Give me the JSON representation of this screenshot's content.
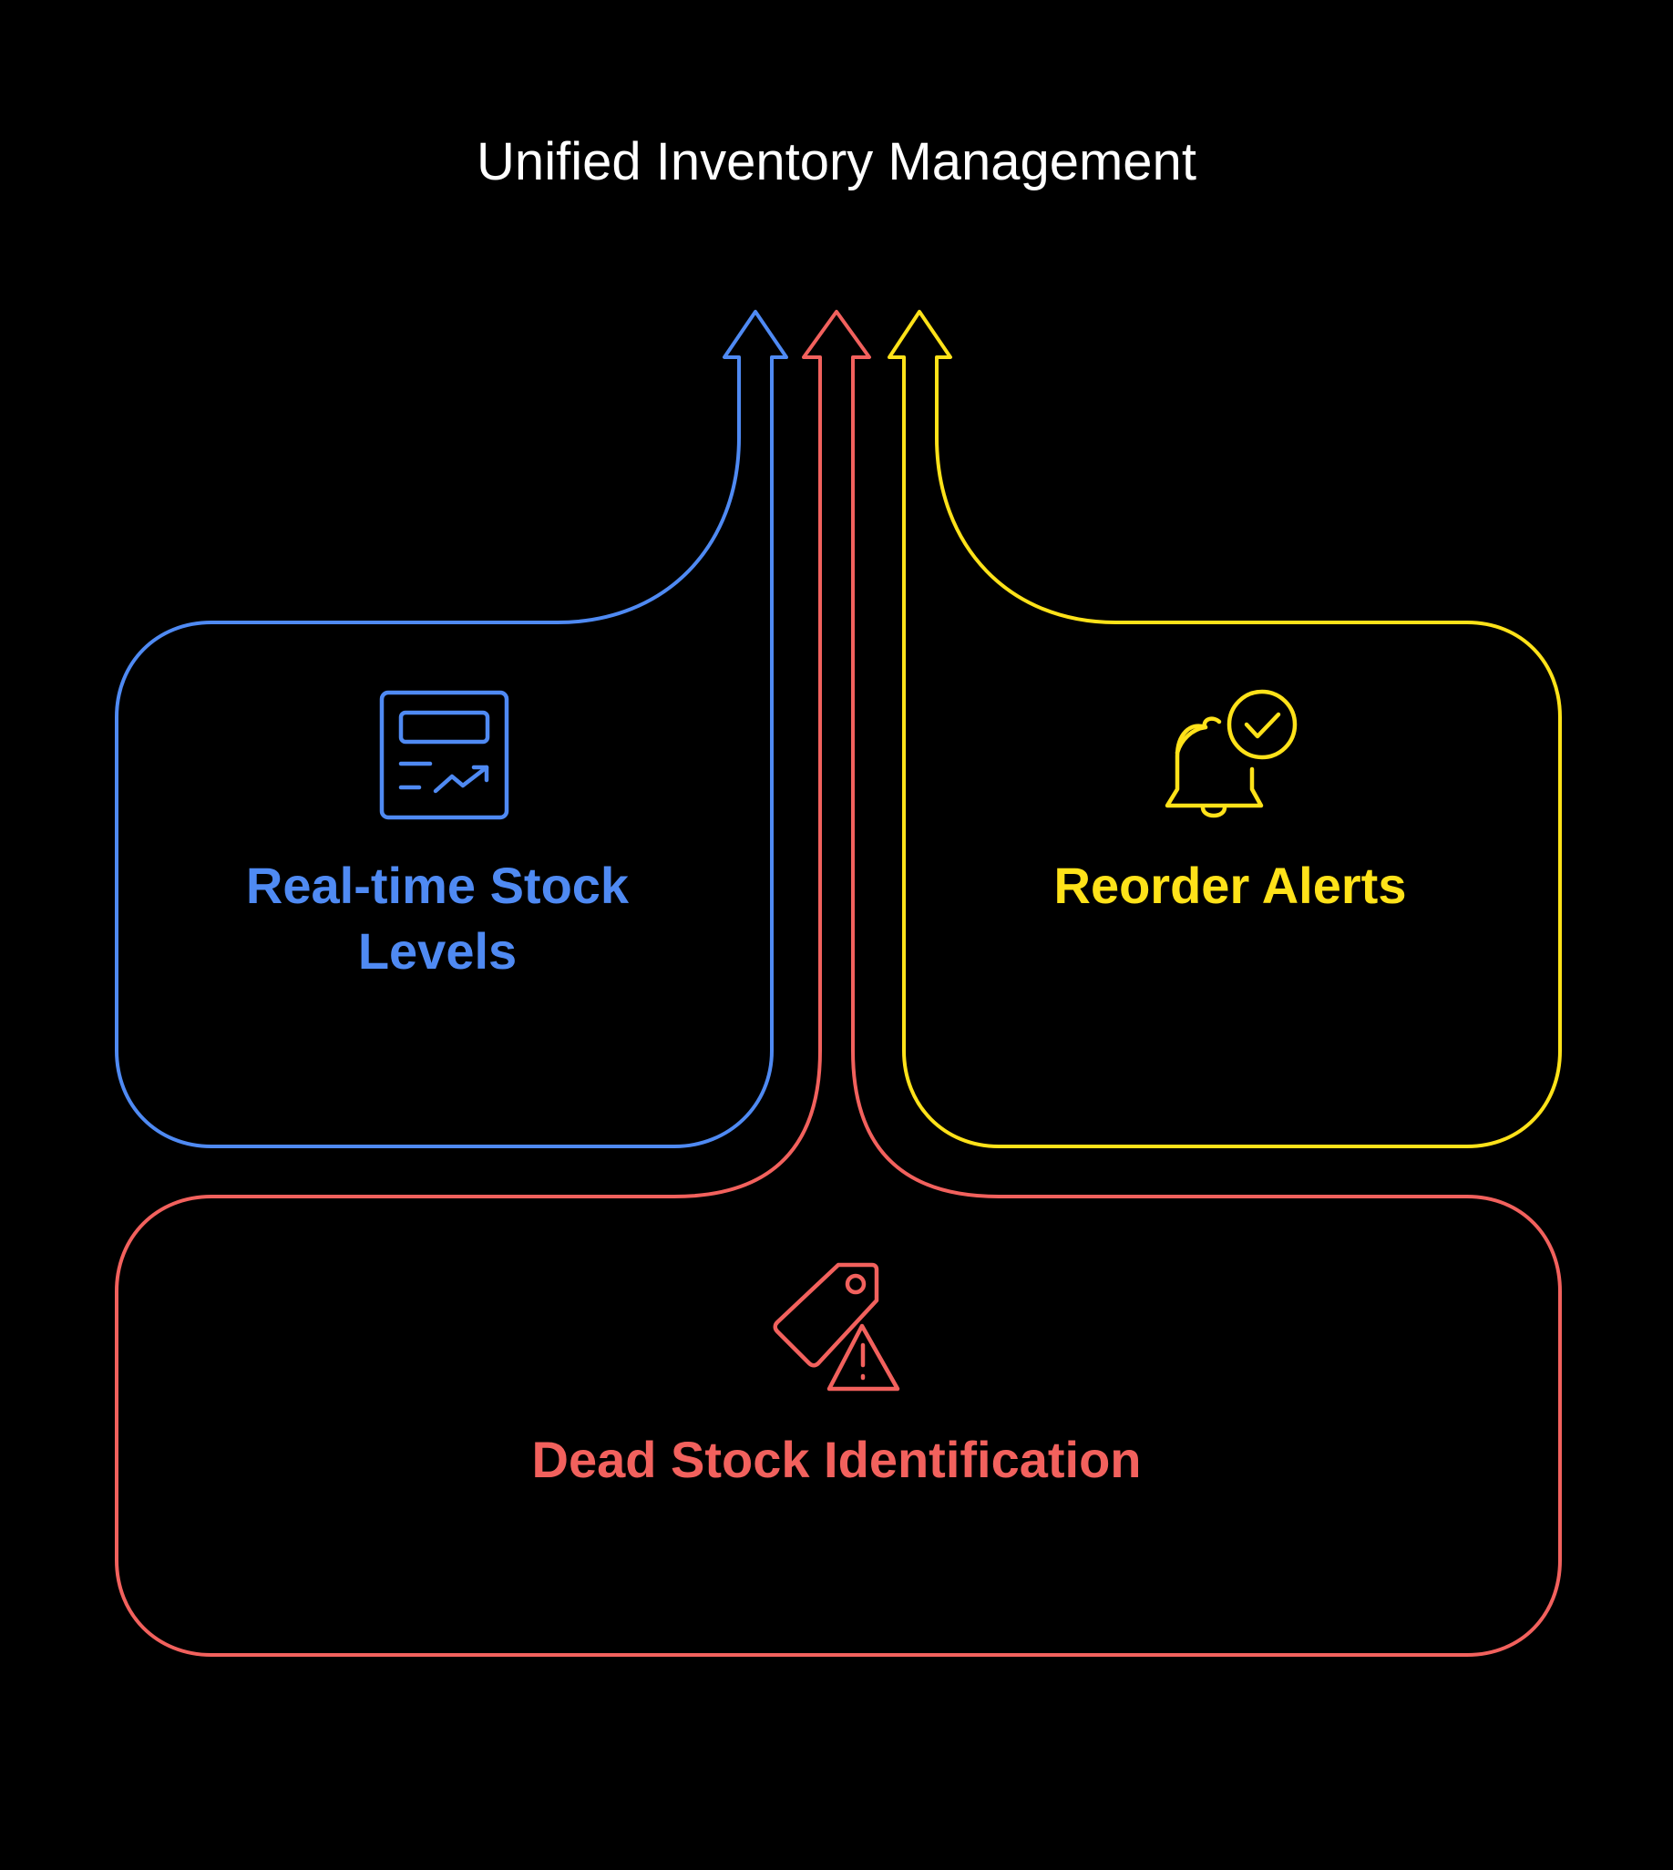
{
  "title": "Unified Inventory Management",
  "items": [
    {
      "label": "Real-time Stock Levels",
      "color": "#4f8af3",
      "icon": "stock-chart-icon"
    },
    {
      "label": "Reorder Alerts",
      "color": "#ffe219",
      "icon": "bell-check-icon"
    },
    {
      "label": "Dead Stock Identification",
      "color": "#f2615d",
      "icon": "tag-warning-icon"
    }
  ]
}
